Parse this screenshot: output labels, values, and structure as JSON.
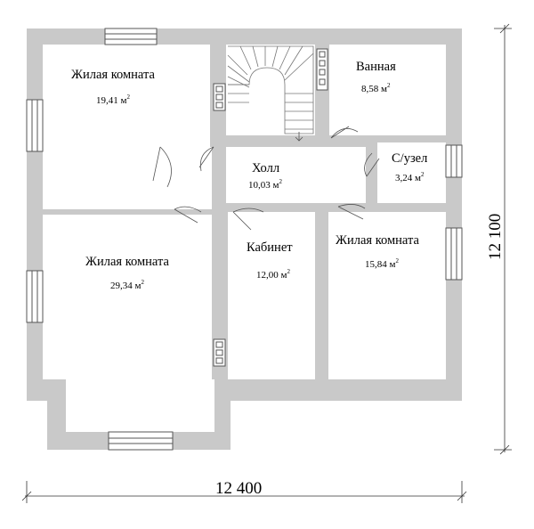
{
  "rooms": [
    {
      "name": "Жилая комната",
      "area": "19,41",
      "unit": "м",
      "sup": "2"
    },
    {
      "name": "Ванная",
      "area": "8,58",
      "unit": "м",
      "sup": "2"
    },
    {
      "name": "Холл",
      "area": "10,03",
      "unit": "м",
      "sup": "2"
    },
    {
      "name": "С/узел",
      "area": "3,24",
      "unit": "м",
      "sup": "2"
    },
    {
      "name": "Жилая комната",
      "area": "29,34",
      "unit": "м",
      "sup": "2"
    },
    {
      "name": "Кабинет",
      "area": "12,00",
      "unit": "м",
      "sup": "2"
    },
    {
      "name": "Жилая комната",
      "area": "15,84",
      "unit": "м",
      "sup": "2"
    }
  ],
  "dimensions": {
    "width": "12 400",
    "height": "12 100"
  },
  "colors": {
    "wall": "#c9c9c9",
    "line": "#555555"
  }
}
